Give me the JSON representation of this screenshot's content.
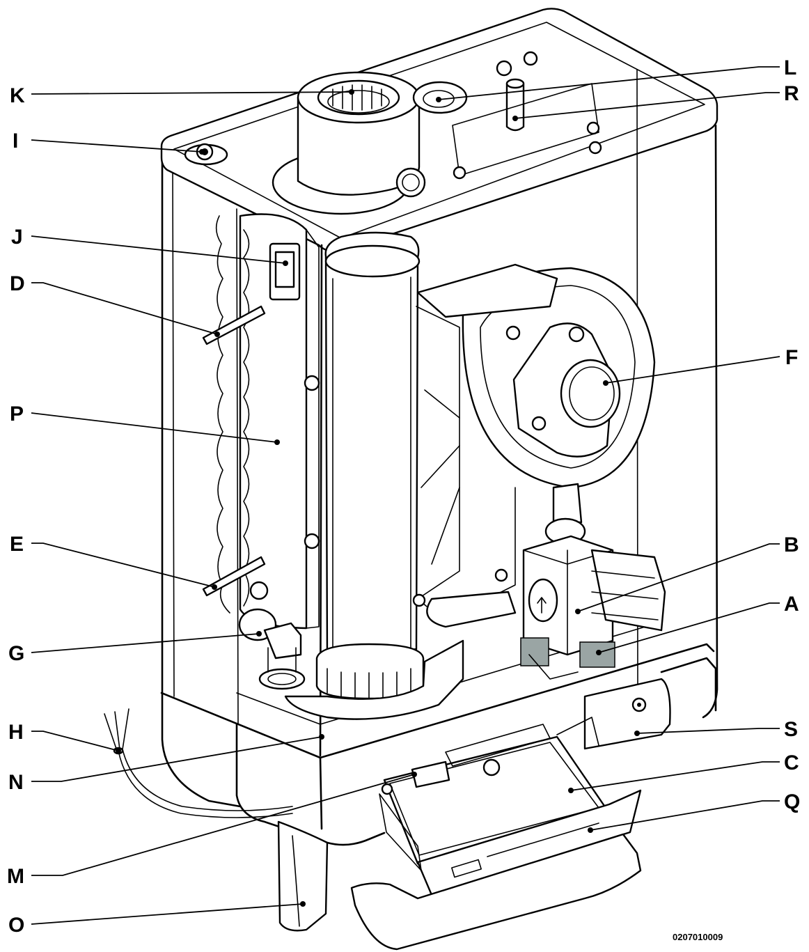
{
  "labels": {
    "A": "A",
    "B": "B",
    "C": "C",
    "D": "D",
    "E": "E",
    "F": "F",
    "G": "G",
    "H": "H",
    "I": "I",
    "J": "J",
    "K": "K",
    "L": "L",
    "M": "M",
    "N": "N",
    "O": "O",
    "P": "P",
    "Q": "Q",
    "R": "R",
    "S": "S"
  },
  "drawing_code": "0207010009",
  "colors": {
    "ink": "#000000",
    "paper": "#ffffff",
    "label_plate": "#9aa5a4"
  }
}
